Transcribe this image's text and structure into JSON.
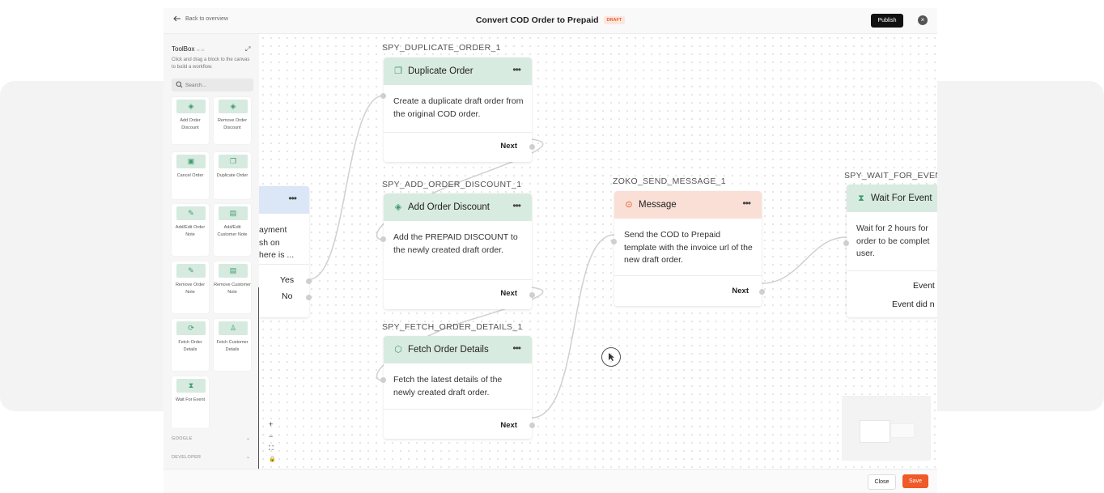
{
  "header": {
    "back_label": "Back to overview",
    "title": "Convert COD Order to Prepaid",
    "status_badge": "DRAFT",
    "publish_label": "Publish"
  },
  "toolbox": {
    "title": "ToolBox",
    "version": "v1.12",
    "description": "Click and drag a block to the canvas to build a workflow.",
    "search_placeholder": "Search...",
    "blocks": [
      {
        "label": "Add Order Discount",
        "icon": "discount-icon"
      },
      {
        "label": "Remove Order Discount",
        "icon": "discount-icon"
      },
      {
        "label": "Cancel Order",
        "icon": "cancel-order-icon"
      },
      {
        "label": "Duplicate Order",
        "icon": "duplicate-icon"
      },
      {
        "label": "Add/Edit Order Note",
        "icon": "note-icon"
      },
      {
        "label": "Add/Edit Customer Note",
        "icon": "customer-note-icon"
      },
      {
        "label": "Remove Order Note",
        "icon": "note-icon"
      },
      {
        "label": "Remove Customer Note",
        "icon": "customer-note-icon"
      },
      {
        "label": "Fetch Order Details",
        "icon": "fetch-icon"
      },
      {
        "label": "Fetch Customer Details",
        "icon": "user-icon"
      },
      {
        "label": "Wait For Event",
        "icon": "wait-icon"
      }
    ],
    "sections": [
      "GOOGLE",
      "DEVELOPER"
    ]
  },
  "canvas": {
    "condition_node": {
      "body": "ayment\nsh on\nhere is ...",
      "yes_label": "Yes",
      "no_label": "No"
    },
    "nodes": [
      {
        "id": "SPY_DUPLICATE_ORDER_1",
        "title": "Duplicate Order",
        "body": "Create a duplicate draft order from the original COD order.",
        "next": "Next"
      },
      {
        "id": "SPY_ADD_ORDER_DISCOUNT_1",
        "title": "Add Order Discount",
        "body": "Add the PREPAID DISCOUNT to the newly created draft order.",
        "next": "Next"
      },
      {
        "id": "SPY_FETCH_ORDER_DETAILS_1",
        "title": "Fetch Order Details",
        "body": "Fetch the latest details of the newly created draft order.",
        "next": "Next"
      },
      {
        "id": "ZOKO_SEND_MESSAGE_1",
        "title": "Message",
        "body": "Send the COD to Prepaid template with the invoice url of the new draft order.",
        "next": "Next"
      },
      {
        "id": "SPY_WAIT_FOR_EVENT",
        "title": "Wait For Event",
        "body": "Wait for 2 hours for order to be complet user.",
        "outputs": [
          "Event",
          "Event did n"
        ]
      }
    ],
    "zoom_controls": [
      "+",
      "−",
      "⛶",
      "🔒"
    ]
  },
  "footer": {
    "close_label": "Close",
    "save_label": "Save"
  },
  "colors": {
    "accent": "#f05a28",
    "node_green": "#d8ebe0",
    "node_red": "#f9dfd6",
    "node_blue": "#dbe7f6"
  }
}
